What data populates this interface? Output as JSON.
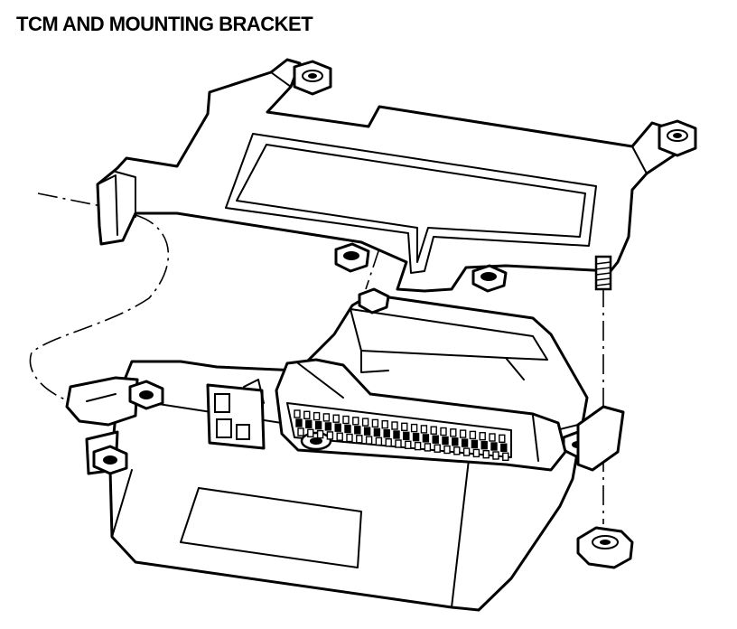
{
  "title": "TCM AND MOUNTING BRACKET",
  "parts": {
    "bracket": "mounting-bracket",
    "module": "tcm-module",
    "connector": "tcm-connector",
    "nuts": "hex-flange-nut",
    "stud": "threaded-stud"
  }
}
